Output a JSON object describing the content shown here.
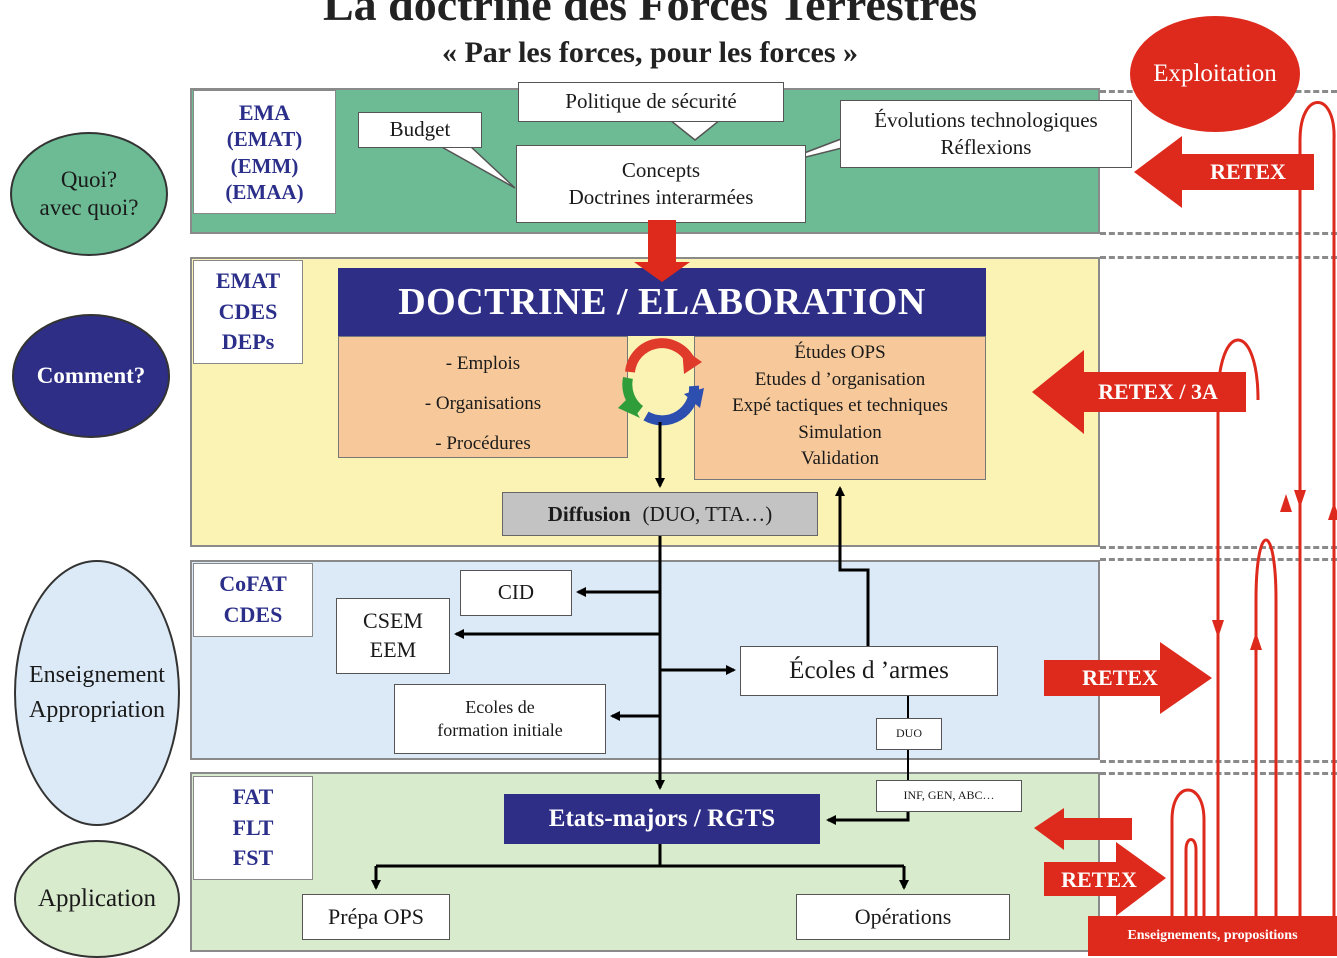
{
  "title": "La doctrine des Forces Terrestres",
  "subtitle": "« Par les forces, pour les forces »",
  "left_labels": {
    "quoi_line1": "Quoi?",
    "quoi_line2": "avec quoi?",
    "comment": "Comment?",
    "enseignement_line1": "Enseignement",
    "enseignement_line2": "Appropriation",
    "application": "Application"
  },
  "band1": {
    "orgs": [
      "EMA",
      "(EMAT)",
      "(EMM)",
      "(EMAA)"
    ],
    "budget": "Budget",
    "politique": "Politique de sécurité",
    "concepts_line1": "Concepts",
    "concepts_line2": "Doctrines interarmées",
    "evolutions_line1": "Évolutions technologiques",
    "evolutions_line2": "Réflexions"
  },
  "band2": {
    "orgs": [
      "EMAT",
      "CDES",
      "DEPs"
    ],
    "header": "DOCTRINE / ELABORATION",
    "left_items": [
      "- Emplois",
      "- Organisations",
      "- Procédures"
    ],
    "right_items": [
      "Études OPS",
      "Etudes d ’organisation",
      "Expé tactiques et techniques",
      "Simulation",
      "Validation"
    ],
    "diffusion_bold": "Diffusion",
    "diffusion_rest": "(DUO, TTA…)",
    "cycle_colors": [
      "#e03a2b",
      "#2f9e3a",
      "#2c4fb0"
    ]
  },
  "band3": {
    "orgs": [
      "CoFAT",
      "CDES"
    ],
    "cid": "CID",
    "csem_line1": "CSEM",
    "csem_line2": "EEM",
    "ecoles_fi_line1": "Ecoles  de",
    "ecoles_fi_line2": "formation initiale",
    "ecoles_armes": "Écoles  d ’armes",
    "duo": "DUO"
  },
  "band4": {
    "orgs": [
      "FAT",
      "FLT",
      "FST"
    ],
    "inf_gen": "INF, GEN, ABC…",
    "etats_majors": "Etats-majors / RGTS",
    "prepa": "Prépa OPS",
    "operations": "Opérations"
  },
  "right": {
    "exploitation": "Exploitation",
    "retex1": "RETEX",
    "retex2": "RETEX / 3A",
    "retex3": "RETEX",
    "retex4": "RETEX",
    "enseignements": "Enseignements, propositions"
  },
  "colors": {
    "band1": "#6cbb94",
    "band2": "#fbf3b4",
    "band3": "#dbeaf6",
    "band4": "#d9ebcd",
    "red": "#de2a1c",
    "navy": "#2e2e86",
    "peach": "#f7c99a",
    "gray": "#c3c3c3"
  }
}
